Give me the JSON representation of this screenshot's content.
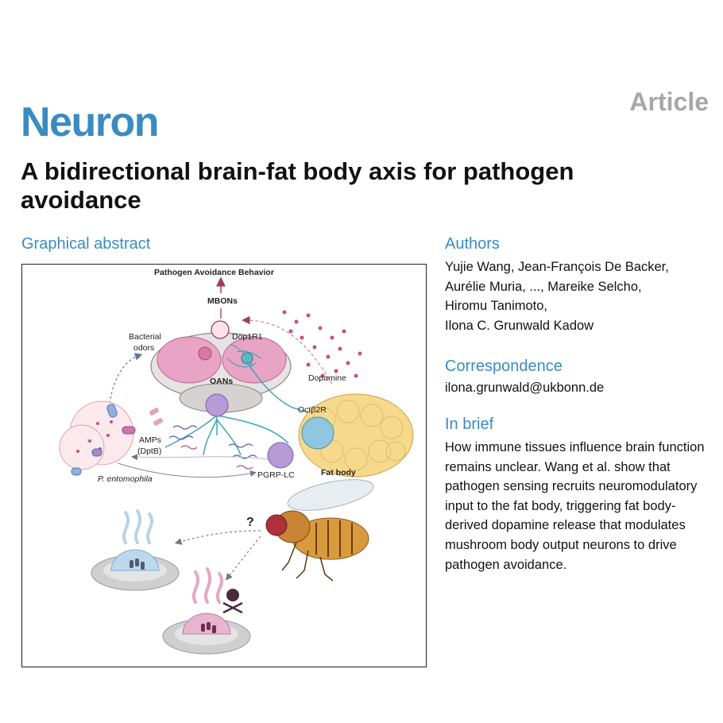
{
  "header": {
    "journal": "Neuron",
    "article_type": "Article",
    "title": "A bidirectional brain-fat body axis for pathogen avoidance"
  },
  "graphical_abstract": {
    "heading": "Graphical abstract",
    "labels": {
      "behavior": "Pathogen Avoidance Behavior",
      "mbons": "MBONs",
      "dop1r1": "Dop1R1",
      "bacterial_odors_1": "Bacterial",
      "bacterial_odors_2": "odors",
      "oans": "OANs",
      "dopamine": "Dopamine",
      "octb2r": "Octβ2R",
      "amps_1": "AMPs",
      "amps_2": "(DptB)",
      "pgrp": "PGRP-LC",
      "fat_body": "Fat body",
      "pathogen": "P. entomophila",
      "question": "?"
    },
    "colors": {
      "brain": "#e9a3c4",
      "fat_body": "#f6d98a",
      "receptor_purple": "#b79ad6",
      "receptor_blue": "#8fc6e0",
      "neuron_teal": "#3aa7b5",
      "dopamine_dots": "#c8507a"
    }
  },
  "authors": {
    "heading": "Authors",
    "lines": [
      "Yujie Wang, Jean-François De Backer,",
      "Aurélie Muria, ..., Mareike Selcho,",
      "Hiromu Tanimoto,",
      "Ilona C. Grunwald Kadow"
    ]
  },
  "correspondence": {
    "heading": "Correspondence",
    "email": "ilona.grunwald@ukbonn.de"
  },
  "in_brief": {
    "heading": "In brief",
    "text": "How immune tissues influence brain function remains unclear. Wang et al. show that pathogen sensing recruits neuromodulatory input to the fat body, triggering fat body-derived dopamine release that modulates mushroom body output neurons to drive pathogen avoidance."
  }
}
